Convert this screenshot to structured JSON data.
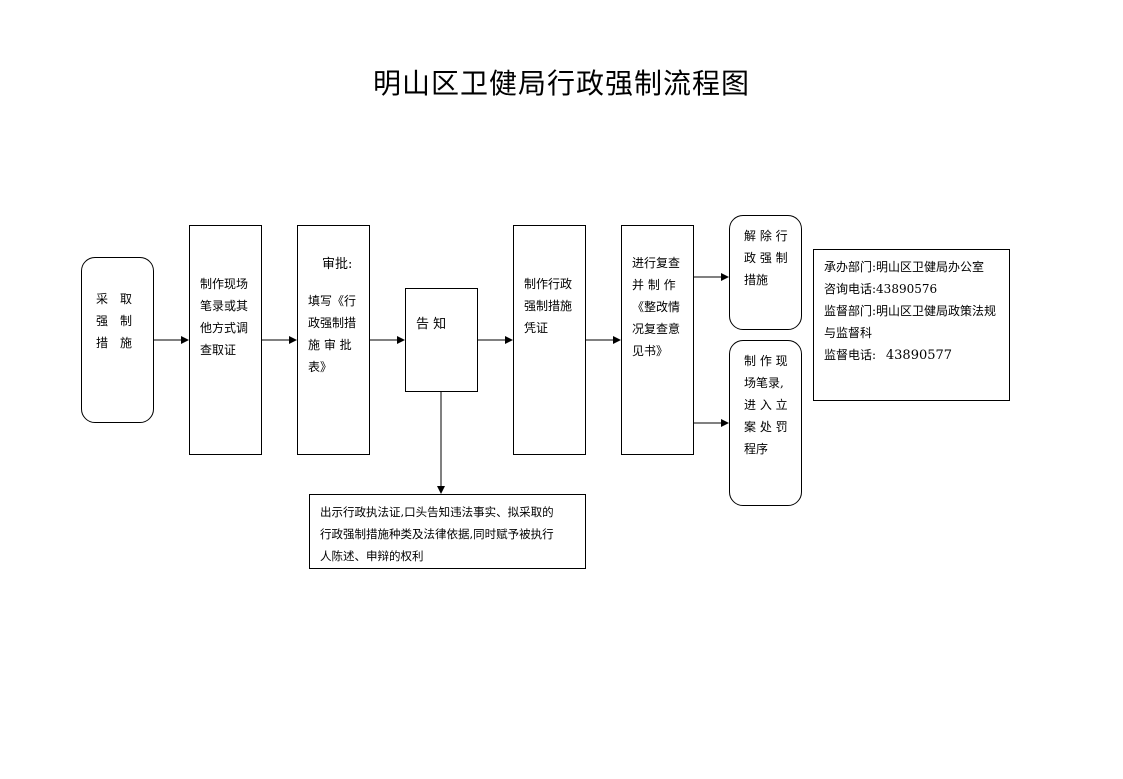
{
  "title": "明山区卫健局行政强制流程图",
  "steps": {
    "s1": "采　取\n强　制\n措　施",
    "s2": "制作现场\n笔录或其\n他方式调\n查取证",
    "s3_head": "审批:",
    "s3_body": "填写《行\n政强制措\n施 审 批\n表》",
    "s4": "告 知",
    "s5": "制作行政\n强制措施\n凭证",
    "s6": "进行复查\n并 制 作\n《整改情\n况复查意\n见书》",
    "s7a": "解 除 行\n政 强 制\n措施",
    "s7b": "制 作 现\n场笔录,\n进 入 立\n案 处 罚\n程序",
    "notice": "出示行政执法证,口头告知违法事实、拟采取的\n行政强制措施种类及法律依据,同时赋予被执行\n人陈述、申辩的权利"
  },
  "info": {
    "dept": "承办部门:明山区卫健局办公室",
    "consult": "咨询电话:43890576",
    "supervise": "监督部门:明山区卫健局政策法规\n与监督科",
    "supervise_phone_label": "监督电话:",
    "supervise_phone": "43890577"
  }
}
